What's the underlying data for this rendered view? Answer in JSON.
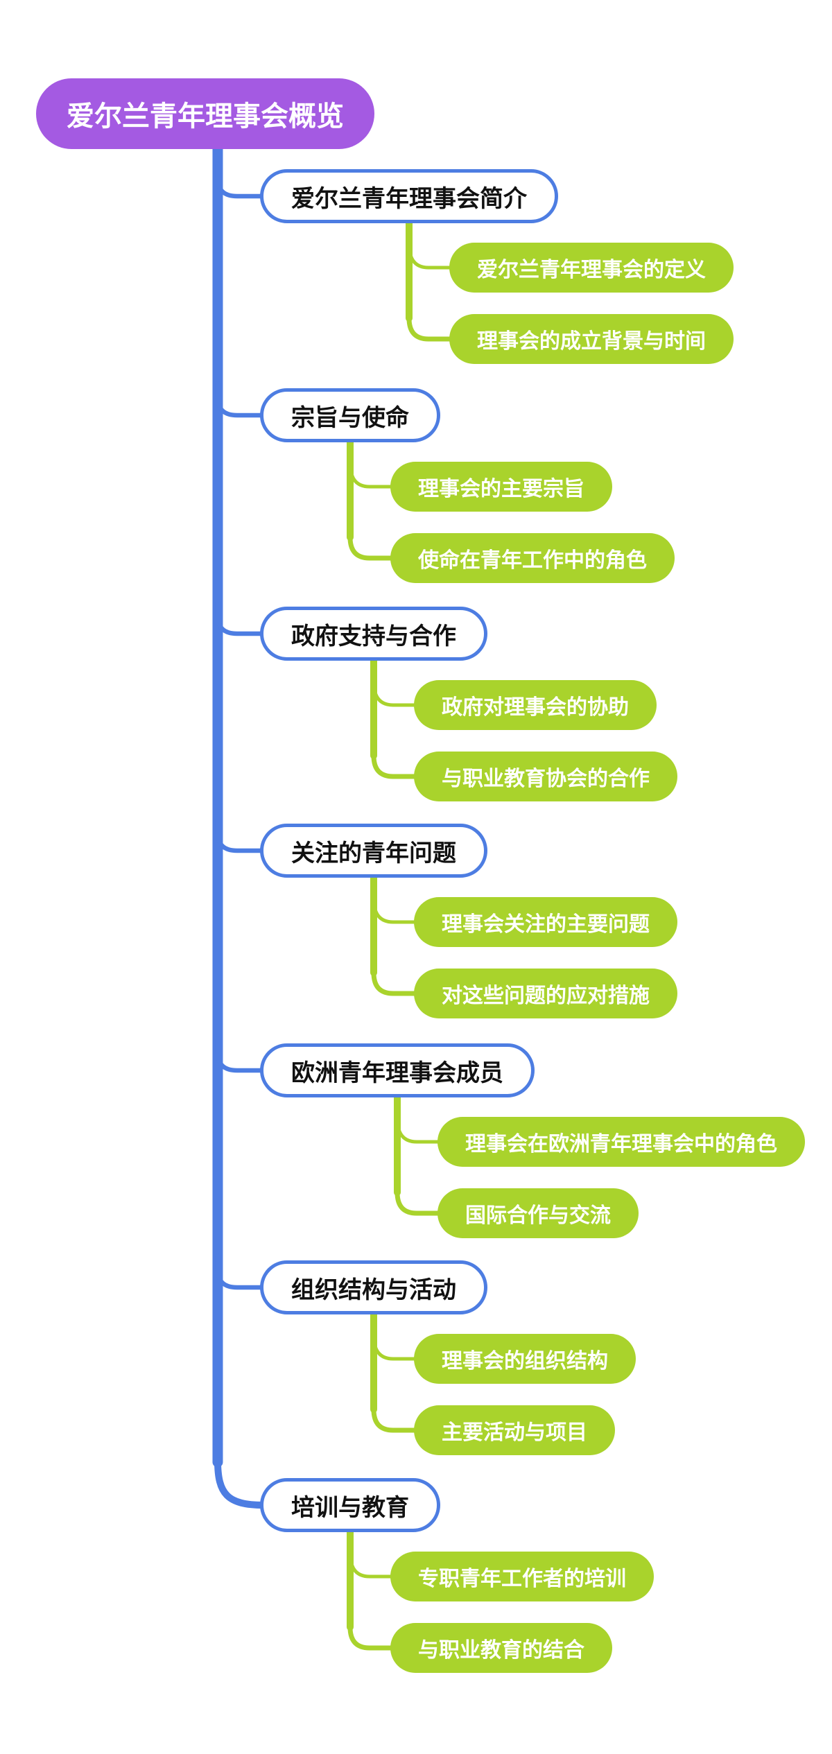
{
  "root": {
    "label": "爱尔兰青年理事会概览"
  },
  "branches": [
    {
      "label": "爱尔兰青年理事会简介",
      "children": [
        {
          "label": "爱尔兰青年理事会的定义"
        },
        {
          "label": "理事会的成立背景与时间"
        }
      ]
    },
    {
      "label": "宗旨与使命",
      "children": [
        {
          "label": "理事会的主要宗旨"
        },
        {
          "label": "使命在青年工作中的角色"
        }
      ]
    },
    {
      "label": "政府支持与合作",
      "children": [
        {
          "label": "政府对理事会的协助"
        },
        {
          "label": "与职业教育协会的合作"
        }
      ]
    },
    {
      "label": "关注的青年问题",
      "children": [
        {
          "label": "理事会关注的主要问题"
        },
        {
          "label": "对这些问题的应对措施"
        }
      ]
    },
    {
      "label": "欧洲青年理事会成员",
      "children": [
        {
          "label": "理事会在欧洲青年理事会中的角色"
        },
        {
          "label": "国际合作与交流"
        }
      ]
    },
    {
      "label": "组织结构与活动",
      "children": [
        {
          "label": "理事会的组织结构"
        },
        {
          "label": "主要活动与项目"
        }
      ]
    },
    {
      "label": "培训与教育",
      "children": [
        {
          "label": "专职青年工作者的培训"
        },
        {
          "label": "与职业教育的结合"
        }
      ]
    }
  ],
  "colors": {
    "canvas_bg": "#ffffff",
    "root_fill": "#a45ae2",
    "root_text": "#ffffff",
    "branch_line": "#4d7de2",
    "branch_fill": "#ffffff",
    "branch_text": "#111111",
    "child_fill": "#a9d32c",
    "child_text": "#ffffff"
  }
}
